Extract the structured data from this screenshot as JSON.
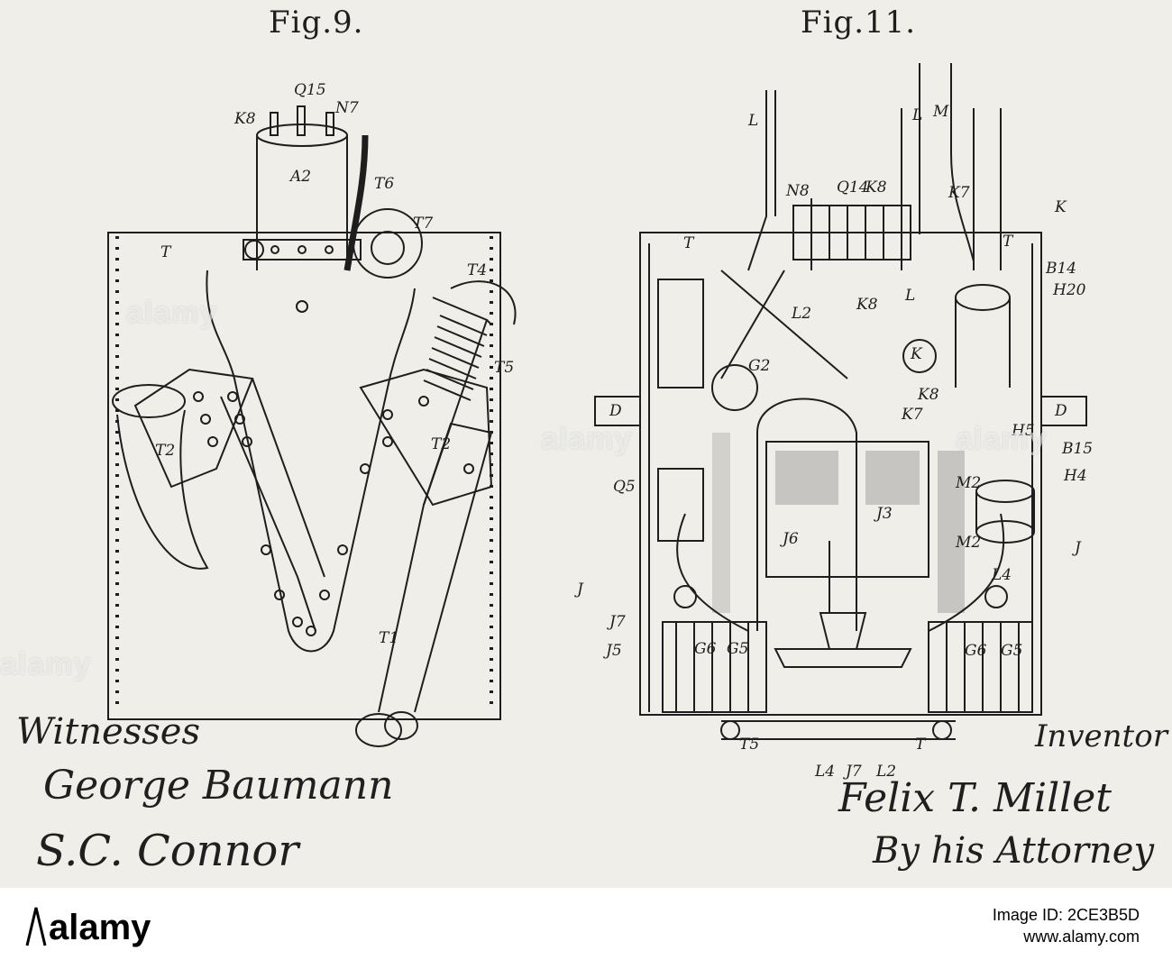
{
  "figures": {
    "left": {
      "title": "Fig.9.",
      "labels": [
        "K8",
        "Q15",
        "N7",
        "A2",
        "T6",
        "T7",
        "T",
        "T4",
        "T5",
        "T2",
        "T2",
        "T1"
      ]
    },
    "right": {
      "title": "Fig.11.",
      "labels": [
        "L",
        "M",
        "L",
        "N8",
        "Q14",
        "K8",
        "K7",
        "K",
        "T",
        "T",
        "B14",
        "H20",
        "G2",
        "L2",
        "K8",
        "K",
        "L",
        "K8",
        "K7",
        "D",
        "D",
        "H5",
        "B15",
        "H4",
        "Q5",
        "J3",
        "J6",
        "J",
        "J",
        "J7",
        "J5",
        "M2",
        "M2",
        "G6",
        "G5",
        "G6",
        "G5",
        "L4",
        "T5",
        "T",
        "L4",
        "J7",
        "L2"
      ]
    }
  },
  "signatures": {
    "witnesses_heading": "Witnesses",
    "witness_1": "George Baumann",
    "witness_2": "S.C. Connor",
    "inventor_heading": "Inventor",
    "inventor_name": "Felix T. Millet",
    "attorney_line": "By his Attorney"
  },
  "watermark": {
    "text": "alamy"
  },
  "stock_bar": {
    "brand": "alamy",
    "image_id_line": "Image ID: 2CE3B5D",
    "site": "www.alamy.com"
  },
  "colors": {
    "paper": "#efeee8",
    "ink": "#1e1e1e",
    "stock_bar": "#ffffff"
  }
}
